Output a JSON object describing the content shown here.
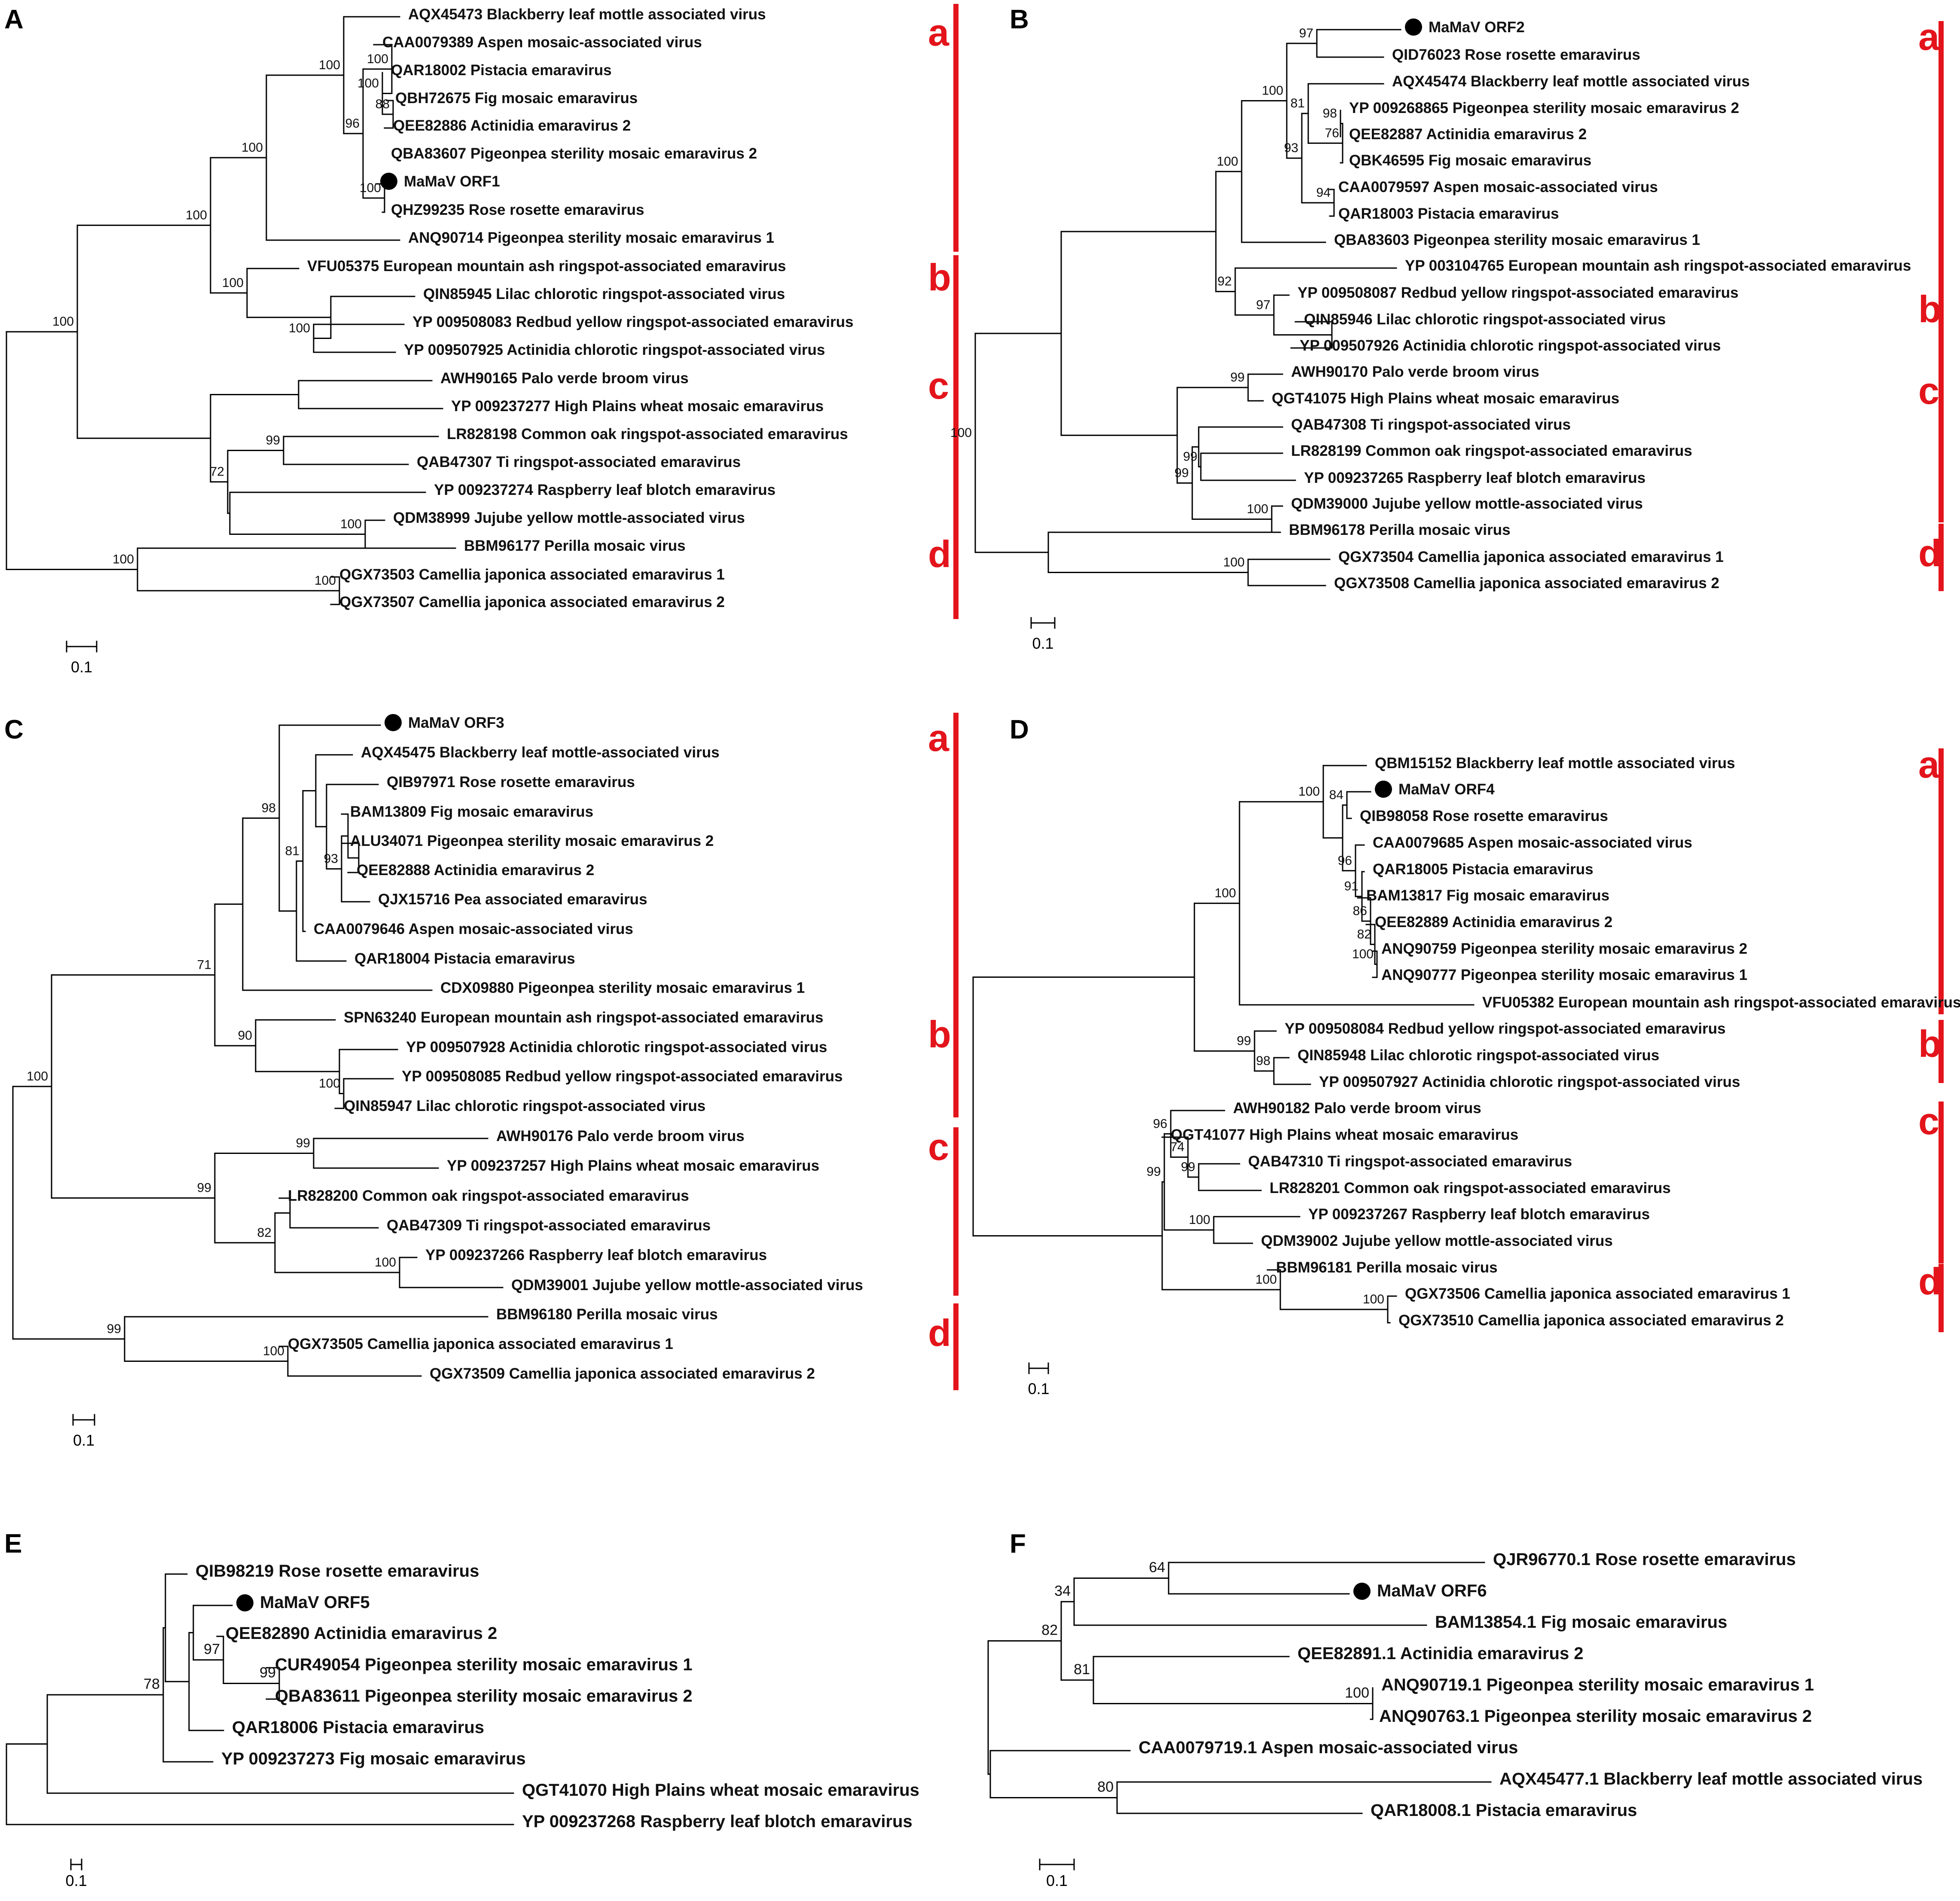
{
  "figure_title": "",
  "colors": {
    "clade": "#e3141b",
    "tree": "#000000",
    "text": "#111111"
  },
  "panels": [
    {
      "label": "A",
      "scale": "0.1",
      "leaves": [
        {
          "label": "AQX45473 Blackberry leaf mottle associated virus"
        },
        {
          "label": "CAA0079389 Aspen mosaic-associated virus"
        },
        {
          "label": "QAR18002 Pistacia emaravirus"
        },
        {
          "label": "QBH72675 Fig mosaic emaravirus"
        },
        {
          "label": "QEE82886 Actinidia emaravirus 2"
        },
        {
          "label": "QBA83607 Pigeonpea sterility mosaic emaravirus 2"
        },
        {
          "label": "MaMaV ORF1",
          "marked": true
        },
        {
          "label": "QHZ99235 Rose rosette emaravirus"
        },
        {
          "label": "ANQ90714 Pigeonpea sterility mosaic emaravirus 1"
        },
        {
          "label": "VFU05375 European mountain ash ringspot-associated emaravirus"
        },
        {
          "label": "QIN85945 Lilac chlorotic ringspot-associated virus"
        },
        {
          "label": "YP 009508083 Redbud yellow ringspot-associated emaravirus"
        },
        {
          "label": "YP 009507925 Actinidia chlorotic ringspot-associated virus"
        },
        {
          "label": "AWH90165 Palo verde broom virus"
        },
        {
          "label": "YP 009237277 High Plains wheat mosaic emaravirus"
        },
        {
          "label": "LR828198 Common oak ringspot-associated emaravirus"
        },
        {
          "label": "QAB47307 Ti ringspot-associated emaravirus"
        },
        {
          "label": "YP 009237274 Raspberry leaf blotch emaravirus"
        },
        {
          "label": "QDM38999 Jujube yellow mottle-associated virus"
        },
        {
          "label": "BBM96177 Perilla mosaic virus"
        },
        {
          "label": "QGX73503 Camellia japonica associated emaravirus 1"
        },
        {
          "label": "QGX73507 Camellia japonica associated emaravirus 2"
        }
      ],
      "bootstrap": [
        "100",
        "100",
        "96",
        "88",
        "100",
        "100",
        "100",
        "100",
        "100",
        "100",
        "100",
        "99",
        "72",
        "100",
        "100",
        "100"
      ],
      "clades": [
        "a",
        "b",
        "c",
        "d"
      ]
    },
    {
      "label": "B",
      "scale": "0.1",
      "leaves": [
        {
          "label": "MaMaV ORF2",
          "marked": true
        },
        {
          "label": "QID76023 Rose rosette emaravirus"
        },
        {
          "label": "AQX45474 Blackberry leaf mottle associated virus"
        },
        {
          "label": "YP 009268865 Pigeonpea sterility mosaic emaravirus 2"
        },
        {
          "label": "QEE82887 Actinidia emaravirus 2"
        },
        {
          "label": "QBK46595 Fig mosaic emaravirus"
        },
        {
          "label": "CAA0079597 Aspen mosaic-associated virus"
        },
        {
          "label": "QAR18003 Pistacia emaravirus"
        },
        {
          "label": "QBA83603 Pigeonpea sterility mosaic emaravirus 1"
        },
        {
          "label": "YP 003104765 European mountain ash ringspot-associated emaravirus"
        },
        {
          "label": "YP 009508087 Redbud yellow ringspot-associated emaravirus"
        },
        {
          "label": "QIN85946 Lilac chlorotic ringspot-associated virus"
        },
        {
          "label": "YP 009507926 Actinidia chlorotic ringspot-associated virus"
        },
        {
          "label": "AWH90170 Palo verde broom virus"
        },
        {
          "label": "QGT41075 High Plains wheat mosaic emaravirus"
        },
        {
          "label": "QAB47308 Ti ringspot-associated virus"
        },
        {
          "label": "LR828199 Common oak ringspot-associated emaravirus"
        },
        {
          "label": "YP 009237265 Raspberry leaf blotch emaravirus"
        },
        {
          "label": "QDM39000 Jujube yellow mottle-associated virus"
        },
        {
          "label": "BBM96178 Perilla mosaic virus"
        },
        {
          "label": "QGX73504 Camellia japonica associated emaravirus 1"
        },
        {
          "label": "QGX73508 Camellia japonica associated emaravirus 2"
        }
      ],
      "bootstrap": [
        "97",
        "81",
        "98",
        "76",
        "93",
        "94",
        "100",
        "100",
        "92",
        "97",
        "99",
        "100",
        "99",
        "99",
        "100",
        "100"
      ],
      "clades": [
        "a",
        "b",
        "c",
        "d"
      ]
    },
    {
      "label": "C",
      "scale": "0.1",
      "leaves": [
        {
          "label": "MaMaV ORF3",
          "marked": true
        },
        {
          "label": "AQX45475 Blackberry leaf mottle-associated virus"
        },
        {
          "label": "QIB97971 Rose rosette emaravirus"
        },
        {
          "label": "BAM13809 Fig mosaic emaravirus"
        },
        {
          "label": "ALU34071 Pigeonpea sterility mosaic emaravirus 2"
        },
        {
          "label": "QEE82888 Actinidia emaravirus 2"
        },
        {
          "label": "QJX15716 Pea associated emaravirus"
        },
        {
          "label": "CAA0079646 Aspen mosaic-associated virus"
        },
        {
          "label": "QAR18004 Pistacia emaravirus"
        },
        {
          "label": "CDX09880 Pigeonpea sterility mosaic emaravirus 1"
        },
        {
          "label": "SPN63240 European mountain ash ringspot-associated emaravirus"
        },
        {
          "label": "YP 009507928 Actinidia chlorotic ringspot-associated virus"
        },
        {
          "label": "YP 009508085 Redbud yellow ringspot-associated emaravirus"
        },
        {
          "label": "QIN85947 Lilac chlorotic ringspot-associated virus"
        },
        {
          "label": "AWH90176 Palo verde broom virus"
        },
        {
          "label": "YP 009237257 High Plains wheat mosaic emaravirus"
        },
        {
          "label": "LR828200 Common oak ringspot-associated emaravirus"
        },
        {
          "label": "QAB47309 Ti ringspot-associated emaravirus"
        },
        {
          "label": "YP 009237266 Raspberry leaf blotch emaravirus"
        },
        {
          "label": "QDM39001 Jujube yellow mottle-associated virus"
        },
        {
          "label": "BBM96180 Perilla mosaic virus"
        },
        {
          "label": "QGX73505 Camellia japonica associated emaravirus 1"
        },
        {
          "label": "QGX73509 Camellia japonica associated emaravirus 2"
        }
      ],
      "bootstrap": [
        "98",
        "93",
        "81",
        "71",
        "100",
        "90",
        "100",
        "99",
        "99",
        "82",
        "100",
        "99",
        "100"
      ],
      "clades": [
        "a",
        "b",
        "c",
        "d"
      ]
    },
    {
      "label": "D",
      "scale": "0.1",
      "leaves": [
        {
          "label": "QBM15152 Blackberry leaf mottle associated virus"
        },
        {
          "label": "MaMaV ORF4",
          "marked": true
        },
        {
          "label": "QIB98058 Rose rosette emaravirus"
        },
        {
          "label": "CAA0079685 Aspen mosaic-associated virus"
        },
        {
          "label": "QAR18005 Pistacia emaravirus"
        },
        {
          "label": "BAM13817 Fig mosaic emaravirus"
        },
        {
          "label": "QEE82889 Actinidia emaravirus 2"
        },
        {
          "label": "ANQ90759 Pigeonpea sterility mosaic emaravirus 2"
        },
        {
          "label": "ANQ90777 Pigeonpea sterility mosaic emaravirus 1"
        },
        {
          "label": "VFU05382 European mountain ash ringspot-associated emaravirus"
        },
        {
          "label": "YP 009508084 Redbud yellow ringspot-associated emaravirus"
        },
        {
          "label": "QIN85948 Lilac chlorotic ringspot-associated virus"
        },
        {
          "label": "YP 009507927 Actinidia chlorotic ringspot-associated virus"
        },
        {
          "label": "AWH90182 Palo verde broom virus"
        },
        {
          "label": "QGT41077 High Plains wheat mosaic emaravirus"
        },
        {
          "label": "QAB47310 Ti ringspot-associated emaravirus"
        },
        {
          "label": "LR828201 Common oak ringspot-associated emaravirus"
        },
        {
          "label": "YP 009237267 Raspberry leaf blotch emaravirus"
        },
        {
          "label": "QDM39002 Jujube yellow mottle-associated virus"
        },
        {
          "label": "BBM96181 Perilla mosaic virus"
        },
        {
          "label": "QGX73506 Camellia japonica associated emaravirus 1"
        },
        {
          "label": "QGX73510 Camellia japonica associated emaravirus 2"
        }
      ],
      "bootstrap": [
        "100",
        "84",
        "96",
        "91",
        "86",
        "82",
        "100",
        "100",
        "99",
        "98",
        "96",
        "74",
        "99",
        "99",
        "100",
        "100",
        "100"
      ],
      "clades": [
        "a",
        "b",
        "c",
        "d"
      ]
    },
    {
      "label": "E",
      "scale": "0.1",
      "leaves": [
        {
          "label": "QIB98219 Rose rosette emaravirus"
        },
        {
          "label": "MaMaV ORF5",
          "marked": true
        },
        {
          "label": "QEE82890 Actinidia emaravirus 2"
        },
        {
          "label": "CUR49054 Pigeonpea sterility mosaic emaravirus 1"
        },
        {
          "label": "QBA83611 Pigeonpea sterility mosaic emaravirus 2"
        },
        {
          "label": "QAR18006 Pistacia emaravirus"
        },
        {
          "label": "YP 009237273 Fig mosaic emaravirus"
        },
        {
          "label": "QGT41070 High Plains wheat mosaic emaravirus"
        },
        {
          "label": "YP 009237268 Raspberry leaf blotch emaravirus"
        }
      ],
      "bootstrap": [
        "97",
        "99",
        "78"
      ],
      "clades": []
    },
    {
      "label": "F",
      "scale": "0.1",
      "leaves": [
        {
          "label": "QJR96770.1 Rose rosette emaravirus"
        },
        {
          "label": "MaMaV ORF6",
          "marked": true
        },
        {
          "label": "BAM13854.1 Fig mosaic emaravirus"
        },
        {
          "label": "QEE82891.1 Actinidia emaravirus 2"
        },
        {
          "label": "ANQ90719.1 Pigeonpea sterility mosaic emaravirus 1"
        },
        {
          "label": "ANQ90763.1 Pigeonpea sterility mosaic emaravirus 2"
        },
        {
          "label": "CAA0079719.1 Aspen mosaic-associated virus"
        },
        {
          "label": "AQX45477.1 Blackberry leaf mottle associated virus"
        },
        {
          "label": "QAR18008.1 Pistacia emaravirus"
        }
      ],
      "bootstrap": [
        "64",
        "34",
        "82",
        "81",
        "100",
        "80"
      ],
      "clades": []
    }
  ]
}
